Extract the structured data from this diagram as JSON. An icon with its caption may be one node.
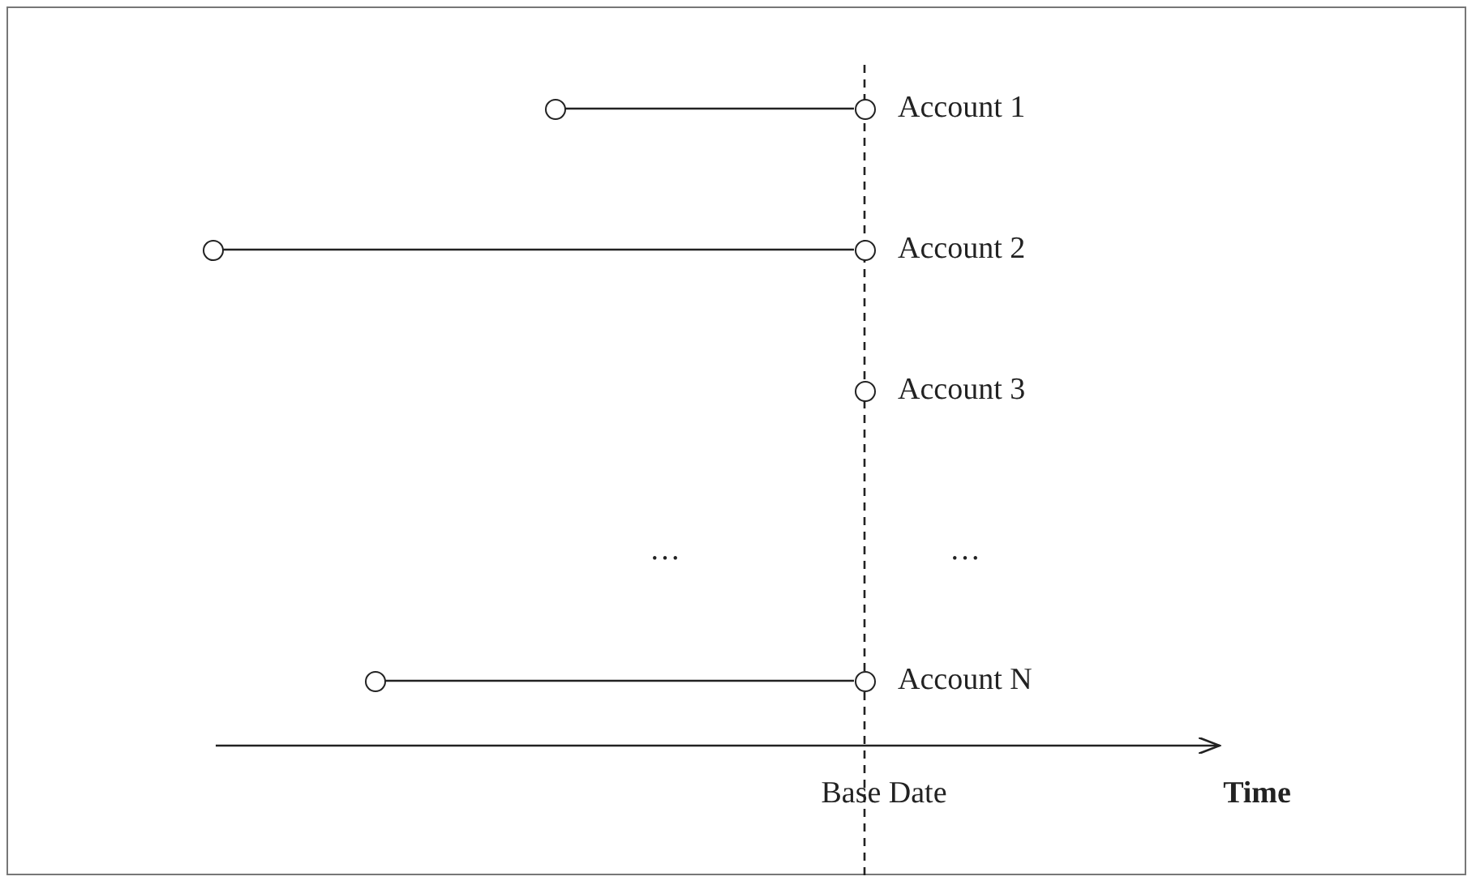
{
  "diagram": {
    "nodes": [
      {
        "text": [],
        "shape": "circle"
      },
      {
        "text": [],
        "shape": "circle",
        "beside": [
          "Account 1"
        ]
      },
      {
        "text": [],
        "shape": "circle"
      },
      {
        "text": [],
        "shape": "circle",
        "beside": [
          "Account 2"
        ]
      },
      {
        "text": [],
        "shape": "circle",
        "beside": [
          "Account 3"
        ]
      },
      {
        "text": [],
        "shape": "circle"
      },
      {
        "text": [],
        "shape": "circle",
        "beside": [
          "Account N"
        ]
      }
    ],
    "edges": [
      {
        "from": 0,
        "to": 1,
        "arrow": "none"
      },
      {
        "from": 2,
        "to": 3,
        "arrow": "none"
      },
      {
        "from": 5,
        "to": 6,
        "arrow": "none"
      }
    ],
    "labels": [
      "…",
      "…",
      "Base Date",
      "Time"
    ]
  }
}
